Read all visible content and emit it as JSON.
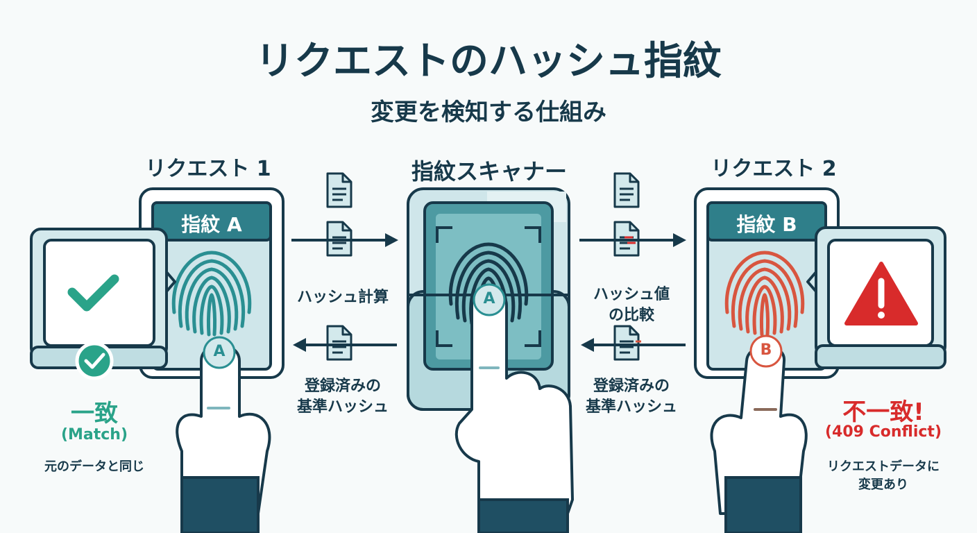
{
  "title": "リクエストのハッシュ指紋",
  "subtitle": "変更を検知する仕組み",
  "left": {
    "heading": "リクエスト 1",
    "fingerprint_label": "指紋 A",
    "finger_badge": "A",
    "result_title": "一致",
    "result_code": "(Match)",
    "result_note": "元のデータと同じ"
  },
  "center": {
    "heading": "指紋スキャナー",
    "finger_badge": "A"
  },
  "right": {
    "heading": "リクエスト 2",
    "fingerprint_label": "指紋 B",
    "finger_badge": "B",
    "result_title": "不一致!",
    "result_code": "(409 Conflict)",
    "result_note_line1": "リクエストデータに",
    "result_note_line2": "変更あり"
  },
  "flows": {
    "left_top": "ハッシュ計算",
    "left_bottom_line1": "登録済みの",
    "left_bottom_line2": "基準ハッシュ",
    "right_top_line1": "ハッシュ値",
    "right_top_line2": "の比較",
    "right_bottom_line1": "登録済みの",
    "right_bottom_line2": "基準ハッシュ"
  },
  "icons": {
    "document": "document-icon",
    "check": "check-icon",
    "warning": "warning-icon",
    "fingerprint": "fingerprint-icon",
    "hand": "pointing-hand-icon"
  },
  "colors": {
    "navy": "#17394a",
    "teal": "#2a8f92",
    "match_green": "#2aa389",
    "conflict_red": "#d82b2b",
    "panel_light": "#d3e9ec"
  }
}
